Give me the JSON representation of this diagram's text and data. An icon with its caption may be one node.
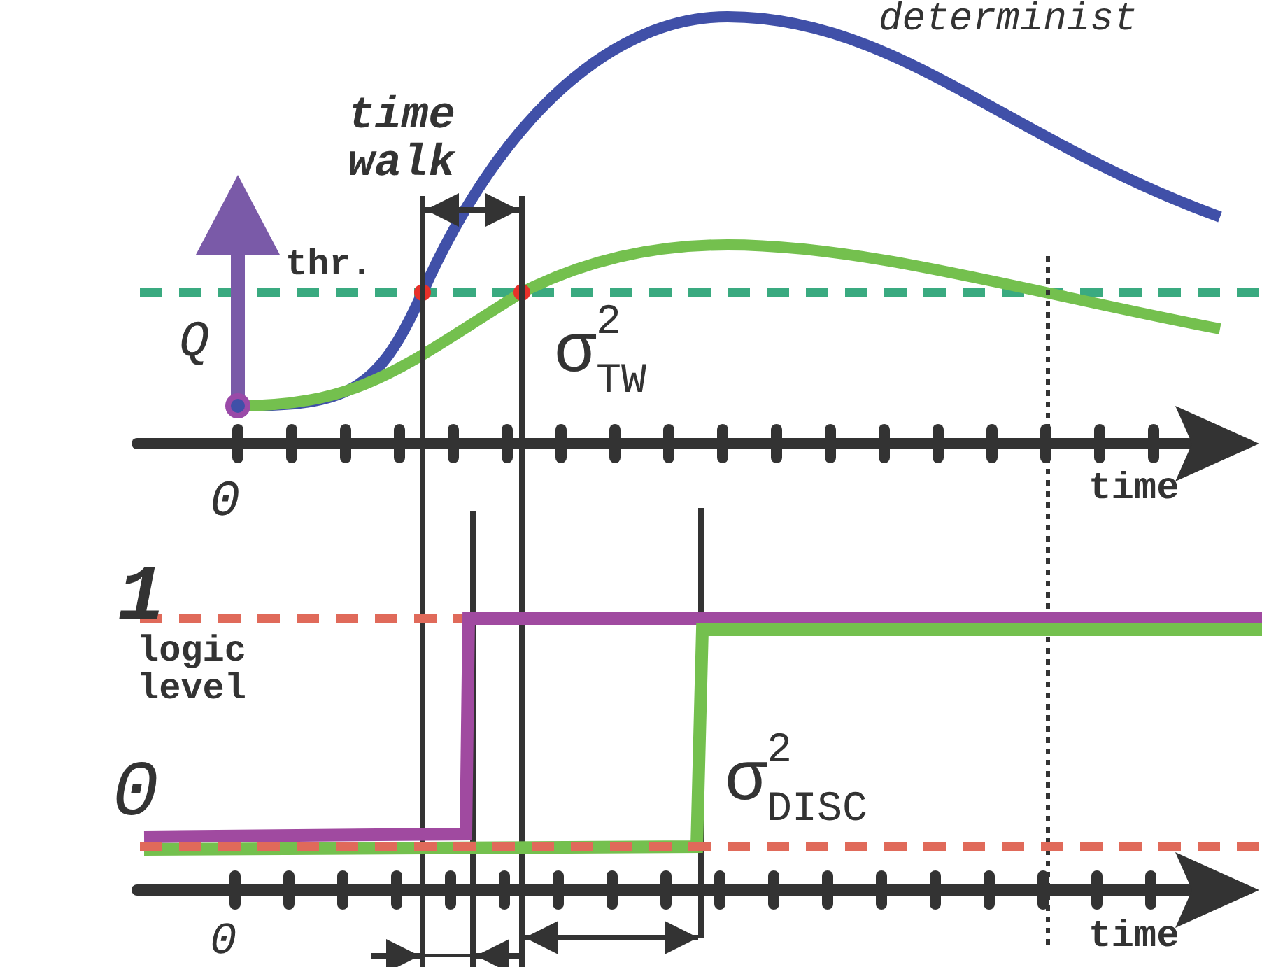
{
  "diagram": {
    "labels": [
      "determinist",
      "time walk",
      "thr.",
      "Q",
      "σ$^{2}$$_{TW}$",
      "0",
      "time",
      "1",
      "logic level",
      "0",
      "σ$^{2}$$_{DISC}$",
      "0",
      "time"
    ]
  }
}
